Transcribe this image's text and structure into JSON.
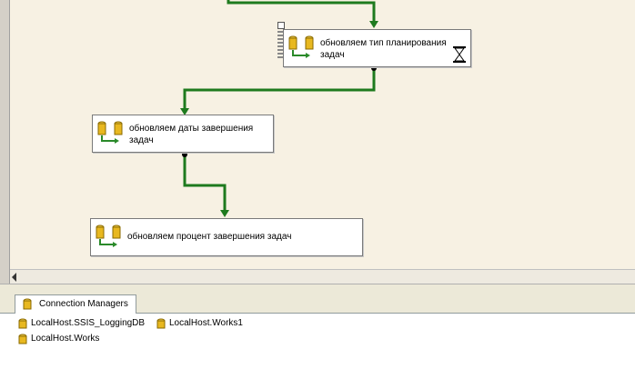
{
  "tasks": [
    {
      "label_line1": "обновляем тип планирования",
      "label_line2": "задач"
    },
    {
      "label_line1": "обновляем даты завершения",
      "label_line2": "задач"
    },
    {
      "label_line1": "обновляем процент завершения задач",
      "label_line2": ""
    }
  ],
  "connection_managers": {
    "tab_label": "Connection Managers",
    "items": [
      "LocalHost.SSIS_LoggingDB",
      "LocalHost.Works1",
      "LocalHost.Works"
    ]
  },
  "colors": {
    "connector": "#1e7a1e",
    "canvas": "#f7f1e3",
    "db_yellow": "#e8b820"
  }
}
